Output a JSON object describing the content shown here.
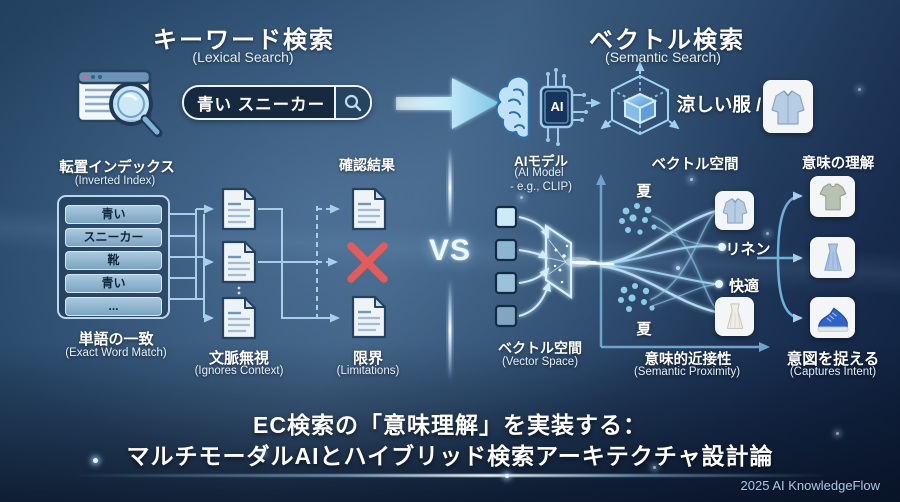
{
  "lexical": {
    "title": "キーワード検索",
    "subtitle": "(Lexical Search)",
    "search_query": "青い スニーカー",
    "inverted_index": {
      "title": "転置インデックス",
      "subtitle": "(Inverted Index)",
      "terms": [
        "青い",
        "スニーカー",
        "靴",
        "青い",
        "..."
      ],
      "caption": "単語の一致",
      "caption_en": "(Exact Word Match)"
    },
    "docs_caption": "文脈無視",
    "docs_caption_en": "(Ignores Context)",
    "results_title": "確認結果",
    "results_caption": "限界",
    "results_caption_en": "(Limitations)"
  },
  "versus": "VS",
  "semantic": {
    "title": "ベクトル検索",
    "subtitle": "(Semantic Search)",
    "ai_model": {
      "chip": "AI",
      "label": "AIモデル",
      "sub_line1": "(AI Model",
      "sub_line2": "- e.g., CLIP)"
    },
    "query_text": "涼しい服 /",
    "embedding_caption": "ベクトル空間",
    "embedding_caption_en": "(Vector Space)",
    "space": {
      "title": "ベクトル空間",
      "cluster_top_label": "夏",
      "cluster_bottom_label": "夏",
      "point_label_1": "リネン",
      "point_label_2": "快適",
      "caption": "意味的近接性",
      "caption_en": "(Semantic Proximity)"
    },
    "understanding_title": "意味の理解",
    "understanding_caption": "意図を捉える",
    "understanding_caption_en": "(Captures Intent)"
  },
  "footer": {
    "title_line1": "EC検索の「意味理解」を実装する：",
    "title_line2": "マルチモーダルAIとハイブリッド検索アーキテクチャ設計論",
    "credit": "2025 AI KnowledgeFlow"
  },
  "icons": {
    "browser": "browser-window-with-magnifier",
    "search": "magnifier",
    "ai": "brain-with-ai-chip",
    "vector": "wireframe-cube",
    "document": "document-sheet",
    "mismatch": "red-x-mark",
    "products": [
      "blue-shirt",
      "grey-tshirt",
      "blue-dress",
      "white-dress",
      "blue-sneaker"
    ]
  },
  "colors": {
    "bg_dark": "#16294a",
    "bg_mid": "#3c5d7f",
    "accent_light": "#cfeafa",
    "accent": "#8ecbe8",
    "line": "#a8cfe8",
    "error": "#e25c5c",
    "index_row": "#8fb6d2",
    "credit": "#a9c6e4"
  }
}
